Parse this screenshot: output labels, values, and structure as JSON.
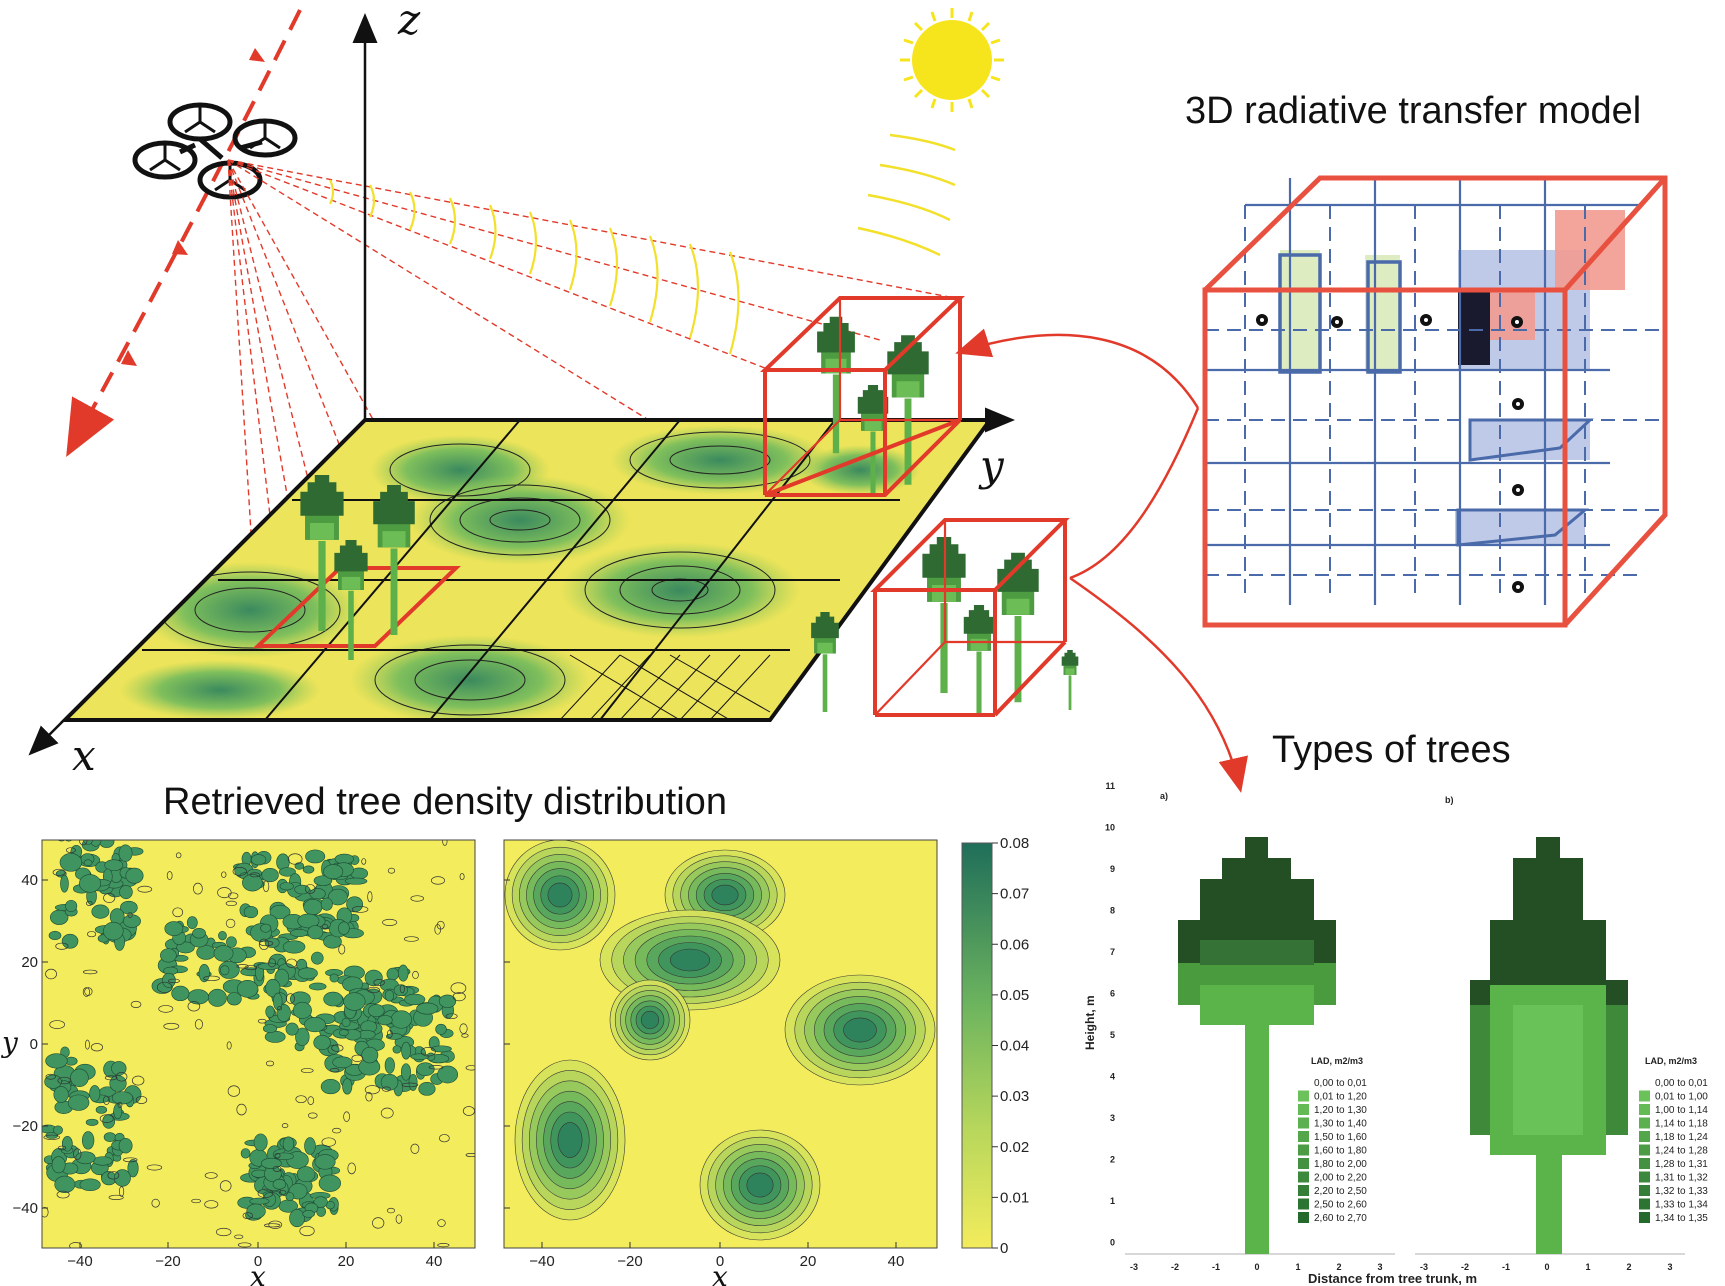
{
  "titles": {
    "rt_model": "3D radiative transfer model",
    "tree_types": "Types of trees",
    "density": "Retrieved tree density distribution"
  },
  "scene_axes": {
    "x": "x",
    "y": "y",
    "z": "z"
  },
  "density_maps": {
    "x_ticks": [
      "−40",
      "−20",
      "0",
      "20",
      "40"
    ],
    "y_ticks": [
      "40",
      "20",
      "0",
      "−20",
      "−40"
    ],
    "xlabel": "x",
    "ylabel": "y",
    "colorbar_ticks": [
      "0.08",
      "0.07",
      "0.06",
      "0.05",
      "0.04",
      "0.03",
      "0.02",
      "0.01",
      "0"
    ],
    "colors": {
      "low": "#f2e85a",
      "mid": "#8cc35a",
      "high": "#2a7a5a"
    }
  },
  "tree_chart": {
    "panel_a": "a)",
    "panel_b": "b)",
    "ylabel": "Height, m",
    "xlabel": "Distance from tree trunk, m",
    "y_ticks": [
      "11",
      "10",
      "9",
      "8",
      "7",
      "6",
      "5",
      "4",
      "3",
      "2",
      "1",
      "0"
    ],
    "x_ticks": [
      "-3",
      "-2",
      "-1",
      "0",
      "1",
      "2",
      "3"
    ],
    "legend_title": "LAD, m2/m3",
    "legend_a": [
      "0,00  to  0,01",
      "0,01  to  1,20",
      "1,20  to  1,30",
      "1,30  to  1,40",
      "1,50  to  1,60",
      "1,60  to  1,80",
      "1,80  to  2,00",
      "2,00  to  2,20",
      "2,20  to  2,50",
      "2,50  to  2,60",
      "2,60  to  2,70"
    ],
    "legend_b": [
      "0,00  to  0,01",
      "0,01  to  1,00",
      "1,00  to  1,14",
      "1,14  to  1,18",
      "1,18  to  1,24",
      "1,24  to  1,28",
      "1,28  to  1,31",
      "1,31  to  1,32",
      "1,32  to  1,33",
      "1,33  to  1,34",
      "1,34  to  1,35"
    ]
  }
}
